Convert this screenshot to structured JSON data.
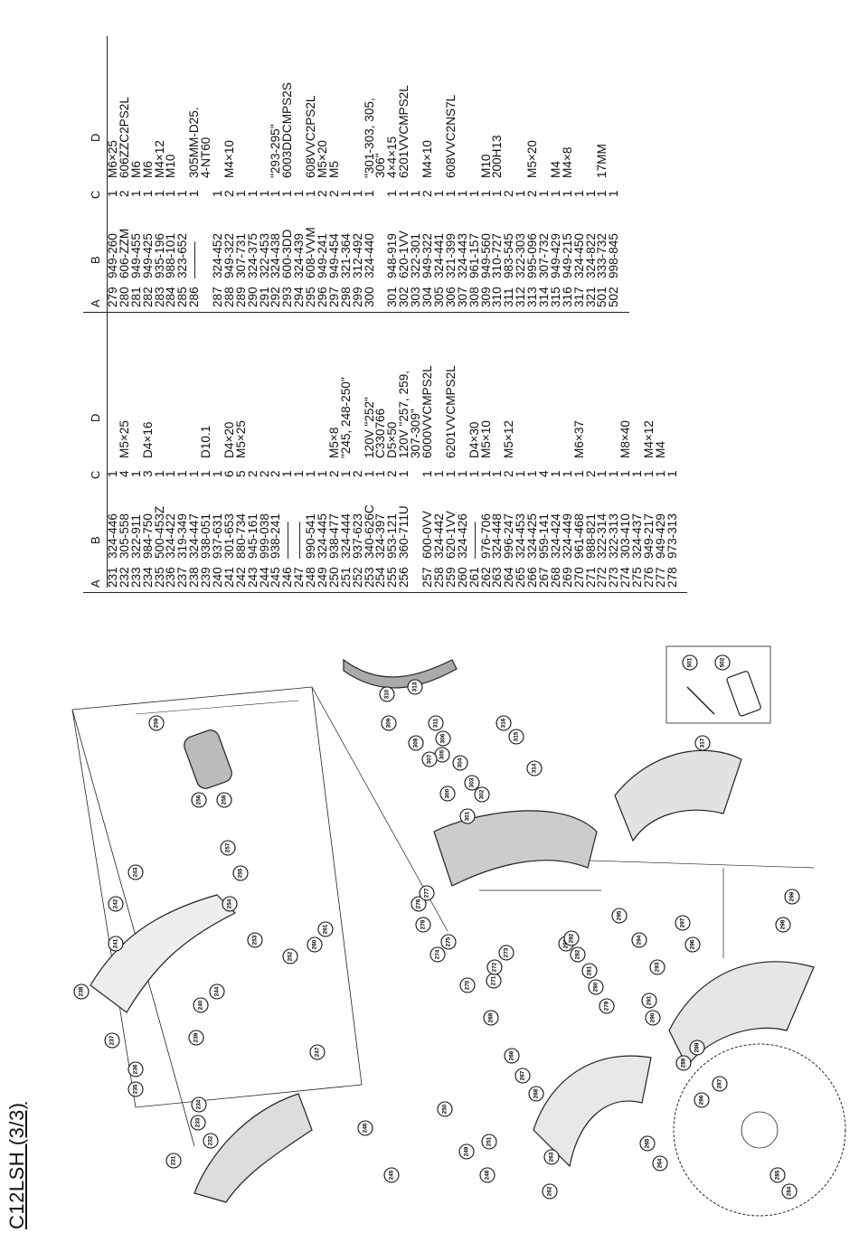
{
  "title": "C12LSH (3/3)",
  "headers": [
    "A",
    "B",
    "C",
    "D"
  ],
  "left_table": [
    [
      "231",
      "324-446",
      "1",
      ""
    ],
    [
      "232",
      "305-558",
      "4",
      "M5×25"
    ],
    [
      "233",
      "322-911",
      "1",
      ""
    ],
    [
      "234",
      "984-750",
      "3",
      "D4×16"
    ],
    [
      "235",
      "500-453Z",
      "1",
      ""
    ],
    [
      "236",
      "324-422",
      "1",
      ""
    ],
    [
      "237",
      "319-349",
      "1",
      ""
    ],
    [
      "238",
      "324-447",
      "1",
      ""
    ],
    [
      "239",
      "938-051",
      "1",
      "D10.1"
    ],
    [
      "240",
      "937-631",
      "1",
      ""
    ],
    [
      "241",
      "301-653",
      "6",
      "D4×20"
    ],
    [
      "242",
      "880-734",
      "5",
      "M5×25"
    ],
    [
      "243",
      "945-161",
      "2",
      ""
    ],
    [
      "244",
      "999-038",
      "2",
      ""
    ],
    [
      "245",
      "938-241",
      "2",
      ""
    ],
    [
      "246",
      "———",
      "1",
      ""
    ],
    [
      "247",
      "———",
      "1",
      ""
    ],
    [
      "248",
      "990-541",
      "1",
      ""
    ],
    [
      "249",
      "324-445",
      "1",
      ""
    ],
    [
      "250",
      "938-477",
      "2",
      "M5×8"
    ],
    [
      "251",
      "324-444",
      "1",
      "\"245, 248-250\""
    ],
    [
      "252",
      "937-623",
      "2",
      ""
    ],
    [
      "253",
      "340-626C",
      "1",
      "120V \"252\""
    ],
    [
      "254",
      "324-397",
      "1",
      "C330766"
    ],
    [
      "255",
      "953-121",
      "2",
      "D5×50"
    ],
    [
      "256",
      "360-711U",
      "1",
      "120V \"257, 259,"
    ],
    [
      "",
      "",
      "",
      "307-309\""
    ],
    [
      "257",
      "600-0VV",
      "1",
      "6000VVCMPS2L"
    ],
    [
      "258",
      "324-442",
      "1",
      ""
    ],
    [
      "259",
      "620-1VV",
      "1",
      "6201VVCMPS2L"
    ],
    [
      "260",
      "324-426",
      "1",
      ""
    ],
    [
      "261",
      "———",
      "1",
      "D4×30"
    ],
    [
      "262",
      "976-706",
      "1",
      "M5×10"
    ],
    [
      "263",
      "324-448",
      "1",
      ""
    ],
    [
      "264",
      "996-247",
      "2",
      "M5×12"
    ],
    [
      "265",
      "324-453",
      "1",
      ""
    ],
    [
      "266",
      "324-425",
      "1",
      ""
    ],
    [
      "267",
      "959-141",
      "4",
      ""
    ],
    [
      "268",
      "324-424",
      "1",
      ""
    ],
    [
      "269",
      "324-449",
      "1",
      ""
    ],
    [
      "270",
      "961-468",
      "1",
      "M6×37"
    ],
    [
      "271",
      "988-821",
      "2",
      ""
    ],
    [
      "272",
      "322-314",
      "1",
      ""
    ],
    [
      "273",
      "322-313",
      "1",
      ""
    ],
    [
      "274",
      "303-410",
      "1",
      "M8×40"
    ],
    [
      "275",
      "324-437",
      "1",
      ""
    ],
    [
      "276",
      "949-217",
      "1",
      "M4×12"
    ],
    [
      "277",
      "949-429",
      "1",
      "M4"
    ],
    [
      "278",
      "973-313",
      "1",
      ""
    ]
  ],
  "right_table": [
    [
      "279",
      "949-260",
      "1",
      "M6×25"
    ],
    [
      "280",
      "606-ZZM",
      "2",
      "606ZZC2PS2L"
    ],
    [
      "281",
      "949-455",
      "1",
      "M6"
    ],
    [
      "282",
      "949-425",
      "1",
      "M6"
    ],
    [
      "283",
      "935-196",
      "1",
      "M4×12"
    ],
    [
      "284",
      "988-101",
      "1",
      "M10"
    ],
    [
      "285",
      "323-652",
      "1",
      ""
    ],
    [
      "286",
      "———",
      "1",
      "305MM-D25."
    ],
    [
      "",
      "",
      "",
      "4-NT60"
    ],
    [
      "287",
      "324-452",
      "1",
      ""
    ],
    [
      "288",
      "949-322",
      "2",
      "M4×10"
    ],
    [
      "289",
      "307-731",
      "1",
      ""
    ],
    [
      "290",
      "324-375",
      "1",
      ""
    ],
    [
      "291",
      "322-453",
      "1",
      ""
    ],
    [
      "292",
      "324-438",
      "1",
      "\"293-295\""
    ],
    [
      "293",
      "600-3DD",
      "1",
      "6003DDCMPS2S"
    ],
    [
      "294",
      "324-439",
      "1",
      ""
    ],
    [
      "295",
      "608-VVM",
      "1",
      "608VVC2PS2L"
    ],
    [
      "296",
      "949-241",
      "2",
      "M5×20"
    ],
    [
      "297",
      "949-454",
      "2",
      "M5"
    ],
    [
      "298",
      "321-364",
      "1",
      ""
    ],
    [
      "299",
      "312-492",
      "1",
      ""
    ],
    [
      "300",
      "324-440",
      "1",
      "\"301-303, 305,"
    ],
    [
      "",
      "",
      "",
      "306\""
    ],
    [
      "301",
      "948-919",
      "1",
      "4×4×15"
    ],
    [
      "302",
      "620-1VV",
      "1",
      "6201VVCMPS2L"
    ],
    [
      "303",
      "322-301",
      "1",
      ""
    ],
    [
      "304",
      "949-322",
      "2",
      "M4×10"
    ],
    [
      "305",
      "324-441",
      "1",
      ""
    ],
    [
      "306",
      "321-399",
      "1",
      "608VVC2NS7L"
    ],
    [
      "307",
      "324-443",
      "1",
      ""
    ],
    [
      "308",
      "961-157",
      "1",
      ""
    ],
    [
      "309",
      "949-560",
      "1",
      "M10"
    ],
    [
      "310",
      "310-727",
      "1",
      "200H13"
    ],
    [
      "311",
      "983-545",
      "2",
      ""
    ],
    [
      "312",
      "322-303",
      "1",
      ""
    ],
    [
      "313",
      "995-096",
      "2",
      "M5×20"
    ],
    [
      "314",
      "307-732",
      "1",
      ""
    ],
    [
      "315",
      "949-429",
      "1",
      "M4"
    ],
    [
      "316",
      "949-215",
      "1",
      "M4×8"
    ],
    [
      "317",
      "324-450",
      "1",
      ""
    ],
    [
      "321",
      "324-822",
      "1",
      ""
    ],
    [
      "501",
      "333-732",
      "1",
      "17MM"
    ],
    [
      "502",
      "998-845",
      "1",
      ""
    ]
  ],
  "callouts": [
    "231",
    "232",
    "233",
    "234",
    "235",
    "236",
    "237",
    "238",
    "239",
    "240",
    "241",
    "242",
    "243",
    "244",
    "245",
    "246",
    "247",
    "248",
    "249",
    "250",
    "251",
    "252",
    "253",
    "254",
    "255",
    "256",
    "257",
    "258",
    "259",
    "260",
    "261",
    "262",
    "263",
    "264",
    "265",
    "266",
    "267",
    "268",
    "269",
    "270",
    "271",
    "272",
    "273",
    "274",
    "275",
    "276",
    "277",
    "278",
    "279",
    "280",
    "281",
    "282",
    "283",
    "284",
    "285",
    "286",
    "287",
    "288",
    "289",
    "290",
    "291",
    "292",
    "293",
    "294",
    "295",
    "296",
    "297",
    "298",
    "299",
    "300",
    "301",
    "302",
    "303",
    "304",
    "305",
    "306",
    "307",
    "308",
    "309",
    "310",
    "311",
    "313",
    "314",
    "315",
    "316",
    "317",
    "501",
    "502"
  ]
}
